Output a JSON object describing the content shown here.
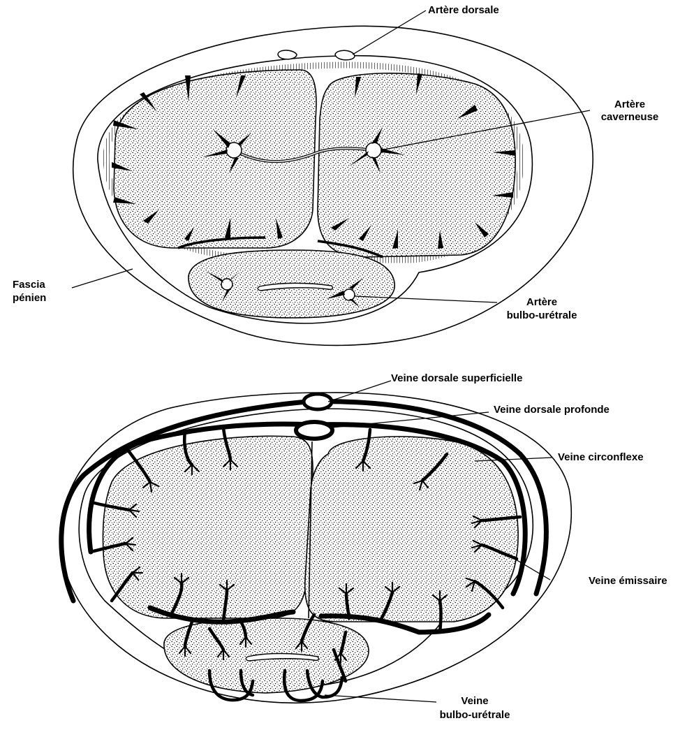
{
  "diagrams": {
    "arteries": {
      "labels": {
        "dorsal_artery": "Artère dorsale",
        "cavernous_artery_line1": "Artère",
        "cavernous_artery_line2": "caverneuse",
        "penile_fascia_line1": "Fascia",
        "penile_fascia_line2": "pénien",
        "bulbourethral_artery_line1": "Artère",
        "bulbourethral_artery_line2": "bulbo-urétrale"
      }
    },
    "veins": {
      "labels": {
        "superficial_dorsal_vein": "Veine dorsale superficielle",
        "deep_dorsal_vein": "Veine dorsale profonde",
        "circumflex_vein": "Veine circonflexe",
        "emissary_vein": "Veine émissaire",
        "bulbourethral_vein_line1": "Veine",
        "bulbourethral_vein_line2": "bulbo-urétrale"
      }
    }
  }
}
